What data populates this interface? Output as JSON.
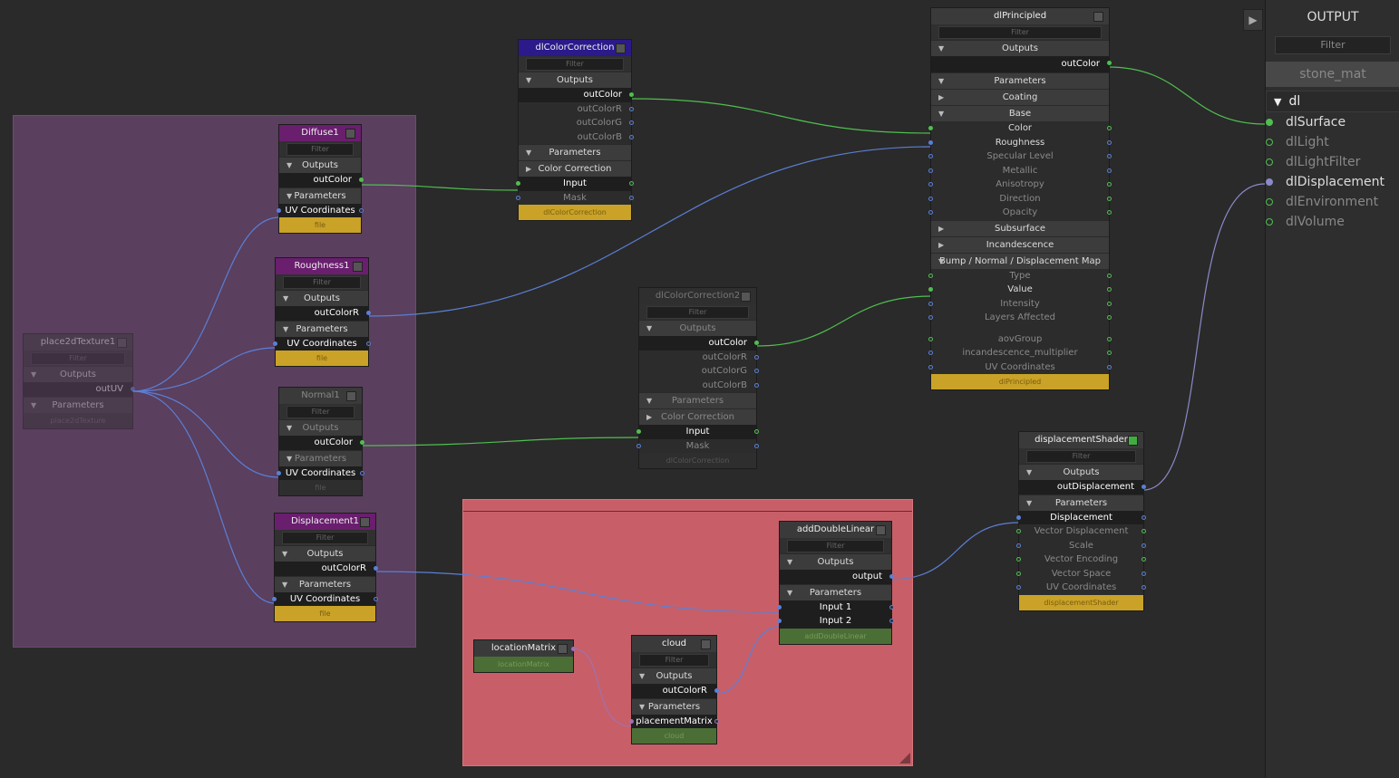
{
  "panel": {
    "title": "OUTPUT",
    "filter_placeholder": "Filter",
    "material": "stone_mat",
    "group": "dl",
    "items": [
      "dlSurface",
      "dlLight",
      "dlLightFilter",
      "dlDisplacement",
      "dlEnvironment",
      "dlVolume"
    ]
  },
  "common": {
    "filter": "Filter",
    "outputs": "Outputs",
    "parameters": "Parameters"
  },
  "nodes": {
    "diffuse1": {
      "title": "Diffuse1",
      "out": "outColor",
      "param": "UV Coordinates",
      "footer": "file"
    },
    "roughness1": {
      "title": "Roughness1",
      "out": "outColorR",
      "param": "UV Coordinates",
      "footer": "file"
    },
    "normal1": {
      "title": "Normal1",
      "out": "outColor",
      "param": "UV Coordinates",
      "footer": "file"
    },
    "displacement1": {
      "title": "Displacement1",
      "out": "outColorR",
      "param": "UV Coordinates",
      "footer": "file"
    },
    "place2d": {
      "title": "place2dTexture1",
      "out": "outUV",
      "footer": "place2dTexture"
    },
    "cc1": {
      "title": "dlColorCorrection",
      "outs": [
        "outColor",
        "outColorR",
        "outColorG",
        "outColorB"
      ],
      "sub": "Color Correction",
      "params": [
        "Input",
        "Mask"
      ],
      "footer": "dlColorCorrection"
    },
    "cc2": {
      "title": "dlColorCorrection2",
      "outs": [
        "outColor",
        "outColorR",
        "outColorG",
        "outColorB"
      ],
      "sub": "Color Correction",
      "params": [
        "Input",
        "Mask"
      ],
      "footer": "dlColorCorrection"
    },
    "principled": {
      "title": "dlPrincipled",
      "out": "outColor",
      "coating": "Coating",
      "base": "Base",
      "base_params": [
        "Color",
        "Roughness",
        "Specular Level",
        "Metallic",
        "Anisotropy",
        "Direction",
        "Opacity"
      ],
      "subsurface": "Subsurface",
      "incandescence": "Incandescence",
      "bump": "Bump / Normal / Displacement Map",
      "bump_params": [
        "Type",
        "Value",
        "Intensity",
        "Layers Affected"
      ],
      "extra": [
        "aovGroup",
        "incandescence_multiplier",
        "UV Coordinates"
      ],
      "footer": "dlPrincipled"
    },
    "dispShader": {
      "title": "displacementShader",
      "out": "outDisplacement",
      "params": [
        "Displacement",
        "Vector Displacement",
        "Scale",
        "Vector Encoding",
        "Vector Space",
        "UV Coordinates"
      ],
      "footer": "displacementShader"
    },
    "addDL": {
      "title": "addDoubleLinear",
      "out": "output",
      "params": [
        "Input 1",
        "Input 2"
      ],
      "footer": "addDoubleLinear"
    },
    "locMatrix": {
      "title": "locationMatrix",
      "footer": "locationMatrix"
    },
    "cloud": {
      "title": "cloud",
      "out": "outColorR",
      "param": "placementMatrix",
      "footer": "cloud"
    }
  },
  "colors": {
    "file_header": "#6a1e6e",
    "cc_header": "#2a1a8a",
    "footer_yellow": "#c9a227",
    "footer_green": "#4a6e35",
    "wire_green": "#4fbf4f",
    "wire_blue": "#5b7fd6",
    "wire_purple": "#a070b0"
  }
}
